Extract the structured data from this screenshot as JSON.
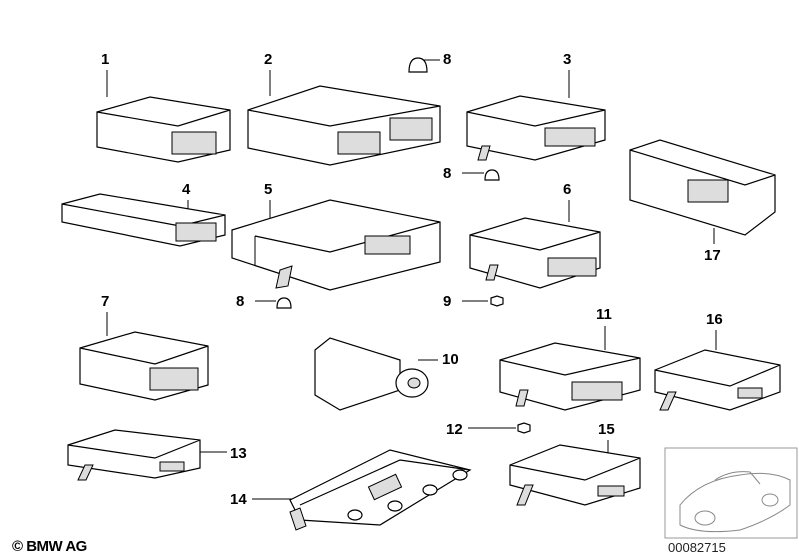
{
  "labels": [
    "1",
    "2",
    "3",
    "4",
    "5",
    "6",
    "7",
    "8",
    "9",
    "10",
    "11",
    "12",
    "13",
    "14",
    "15",
    "16",
    "17"
  ],
  "footer": {
    "copyright": "© BMW AG",
    "diagram_number": "00082715"
  }
}
